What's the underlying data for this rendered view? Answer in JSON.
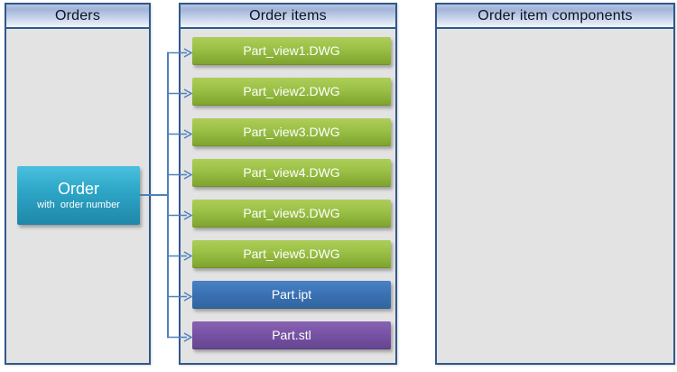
{
  "panels": {
    "orders": {
      "title": "Orders"
    },
    "order_items": {
      "title": "Order items"
    },
    "components": {
      "title": "Order item components"
    }
  },
  "order_node": {
    "title": "Order",
    "subtitle": "with  order number"
  },
  "order_items": {
    "items": [
      {
        "label": "Part_view1.DWG",
        "type": "dwg"
      },
      {
        "label": "Part_view2.DWG",
        "type": "dwg"
      },
      {
        "label": "Part_view3.DWG",
        "type": "dwg"
      },
      {
        "label": "Part_view4.DWG",
        "type": "dwg"
      },
      {
        "label": "Part_view5.DWG",
        "type": "dwg"
      },
      {
        "label": "Part_view6.DWG",
        "type": "dwg"
      },
      {
        "label": "Part.ipt",
        "type": "ipt"
      },
      {
        "label": "Part.stl",
        "type": "stl"
      }
    ]
  },
  "palette": {
    "panel_border": "#31598a",
    "panel_body_gray": "#e3e3e3",
    "header_gradient_top": "#a9bbdf",
    "header_gradient_bottom": "#f3f6fc",
    "dwg_green": "#8fb93a",
    "ipt_blue": "#3a71b4",
    "stl_purple": "#7752a4",
    "order_teal": "#2fa8c9",
    "connector_blue": "#4f81bd",
    "text_on_nodes": "#ffffff",
    "header_text": "#0d1220"
  }
}
